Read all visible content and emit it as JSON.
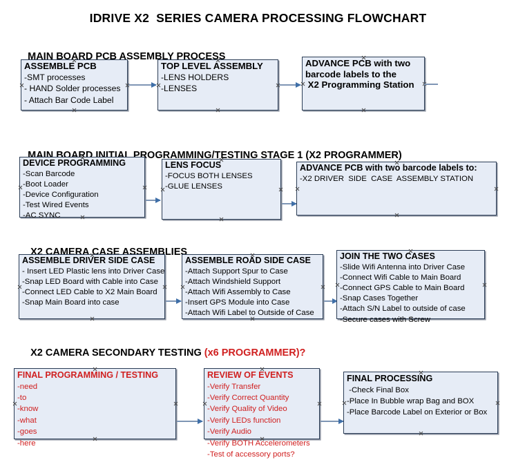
{
  "document": {
    "title": "IDRIVE X2  SERIES CAMERA PROCESSING FLOWCHART"
  },
  "colors": {
    "node_fill": "#e6ecf6",
    "node_border": "#2a3c55",
    "accent_red": "#d02020",
    "connector": "#7e95b4",
    "arrowhead": "#3f6fa8",
    "text": "#000000"
  },
  "sections": [
    {
      "id": "main-board-pcb-assembly",
      "heading": "MAIN BOARD PCB ASSEMBLY PROCESS",
      "heading_accent": "",
      "nodes": [
        {
          "id": "assemble-pcb",
          "title": "ASSEMBLE PCB",
          "title_color": "black",
          "lines": [
            "-SMT processes",
            "- HAND Solder processes",
            "- Attach Bar Code Label"
          ]
        },
        {
          "id": "top-level-assembly",
          "title": "TOP LEVEL ASSEMBLY",
          "title_color": "black",
          "lines": [
            "-LENS HOLDERS",
            "-LENSES"
          ]
        },
        {
          "id": "advance-pcb-x2-programming-station",
          "title": "ADVANCE PCB with two",
          "title_color": "black",
          "lines": [
            "barcode labels to the",
            " X2 Programming Station"
          ],
          "lines_bold": true
        }
      ]
    },
    {
      "id": "main-board-initial-programming",
      "heading": "MAIN BOARD INITIAL PROGRAMMING/TESTING STAGE 1 (X2 PROGRAMMER)",
      "heading_accent": "",
      "nodes": [
        {
          "id": "device-programming",
          "title": "DEVICE PROGRAMMING",
          "title_color": "black",
          "lines": [
            "-Scan Barcode",
            "-Boot Loader",
            "-Device Configuration",
            "-Test Wired Events",
            "-AC SYNC"
          ]
        },
        {
          "id": "lens-focus",
          "title": "LENS FOCUS",
          "title_color": "black",
          "lines": [
            "-FOCUS BOTH LENSES",
            "-GLUE LENSES"
          ]
        },
        {
          "id": "advance-pcb-driver-side-case",
          "title": "ADVANCE PCB with two barcode labels to:",
          "title_color": "black",
          "lines": [
            "-X2 DRIVER  SIDE  CASE  ASSEMBLY STATION"
          ]
        }
      ]
    },
    {
      "id": "x2-camera-case-assemblies",
      "heading": "X2 CAMERA CASE ASSEMBLIES",
      "heading_accent": "",
      "nodes": [
        {
          "id": "assemble-driver-side-case",
          "title": "ASSEMBLE DRIVER SIDE CASE",
          "title_color": "black",
          "lines": [
            "- Insert LED Plastic lens into Driver Case",
            "-Snap LED Board with Cable into Case",
            "-Connect LED Cable to X2 Main Board",
            "-Snap Main Board into case"
          ]
        },
        {
          "id": "assemble-road-side-case",
          "title": "ASSEMBLE ROAD SIDE CASE",
          "title_color": "black",
          "lines": [
            "-Attach Support Spur to Case",
            "-Attach Windshield Support",
            "-Attach Wifi Assembly to Case",
            "-Insert GPS Module into Case",
            "-Attach Wifi Label to Outside of Case"
          ]
        },
        {
          "id": "join-the-two-cases",
          "title": "JOIN THE TWO CASES",
          "title_color": "black",
          "lines": [
            "-Slide Wifi Antenna into Driver Case",
            "-Connect Wifi Cable to Main Board",
            "-Connect GPS Cable to Main Board",
            "-Snap Cases Together",
            "-Attach S/N Label to outside of case",
            "-Secure cases with Screw"
          ]
        }
      ]
    },
    {
      "id": "x2-camera-secondary-testing",
      "heading": "X2 CAMERA SECONDARY TESTING ",
      "heading_accent": "(x6 PROGRAMMER)?",
      "nodes": [
        {
          "id": "final-programming-testing",
          "title": "FINAL PROGRAMMING / TESTING",
          "title_color": "red",
          "lines": [
            "-need",
            "-to",
            "-know",
            "-what",
            "-goes",
            "-here"
          ],
          "lines_color": "red"
        },
        {
          "id": "review-of-events",
          "title": "REVIEW OF EVENTS",
          "title_color": "red",
          "lines": [
            "-Verify Transfer",
            "-Verify Correct Quantity",
            "-Verify Quality of Video",
            "-Verify LEDs function",
            "-Verify Audio",
            "-Verify BOTH Accelerometers",
            "-Test of accessory ports?"
          ],
          "lines_color": "red"
        },
        {
          "id": "final-processing",
          "title": "FINAL PROCESSING",
          "title_color": "black",
          "lines": [
            " -Check Final Box",
            "-Place In Bubble wrap Bag and BOX",
            "-Place Barcode Label on Exterior or Box"
          ]
        }
      ]
    }
  ]
}
